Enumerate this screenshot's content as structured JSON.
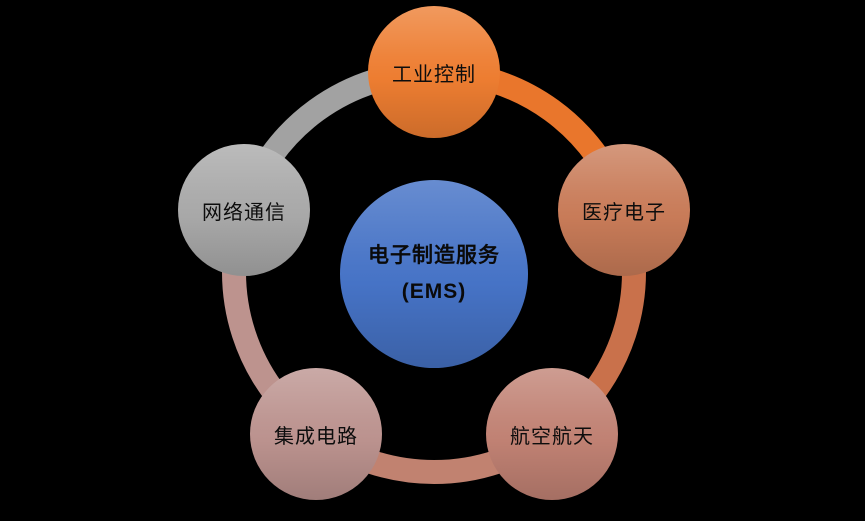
{
  "diagram": {
    "type": "radial-cycle",
    "background_color": "#000000",
    "center_node": {
      "label_line1": "电子制造服务",
      "label_line2": "(EMS)",
      "color": "#4673C6",
      "text_color": "#0a0a0a"
    },
    "nodes": [
      {
        "id": "industrial-control",
        "label": "工业控制",
        "color": "#ED7D31",
        "position": "top"
      },
      {
        "id": "medical-electronics",
        "label": "医疗电子",
        "color": "#C87B58",
        "position": "right"
      },
      {
        "id": "aerospace",
        "label": "航空航天",
        "color": "#C08173",
        "position": "bottom-right"
      },
      {
        "id": "integrated-circuits",
        "label": "集成电路",
        "color": "#BB928E",
        "position": "bottom-left"
      },
      {
        "id": "network-communication",
        "label": "网络通信",
        "color": "#A8A8A8",
        "position": "left"
      }
    ],
    "ring_segments": [
      {
        "between": "工业控制-医疗电子",
        "color": "#E9762C"
      },
      {
        "between": "医疗电子-航空航天",
        "color": "#C9714B"
      },
      {
        "between": "航空航天-集成电路",
        "color": "#C18270"
      },
      {
        "between": "集成电路-网络通信",
        "color": "#BD938E"
      },
      {
        "between": "网络通信-工业控制",
        "color": "#A2A2A2"
      }
    ]
  }
}
